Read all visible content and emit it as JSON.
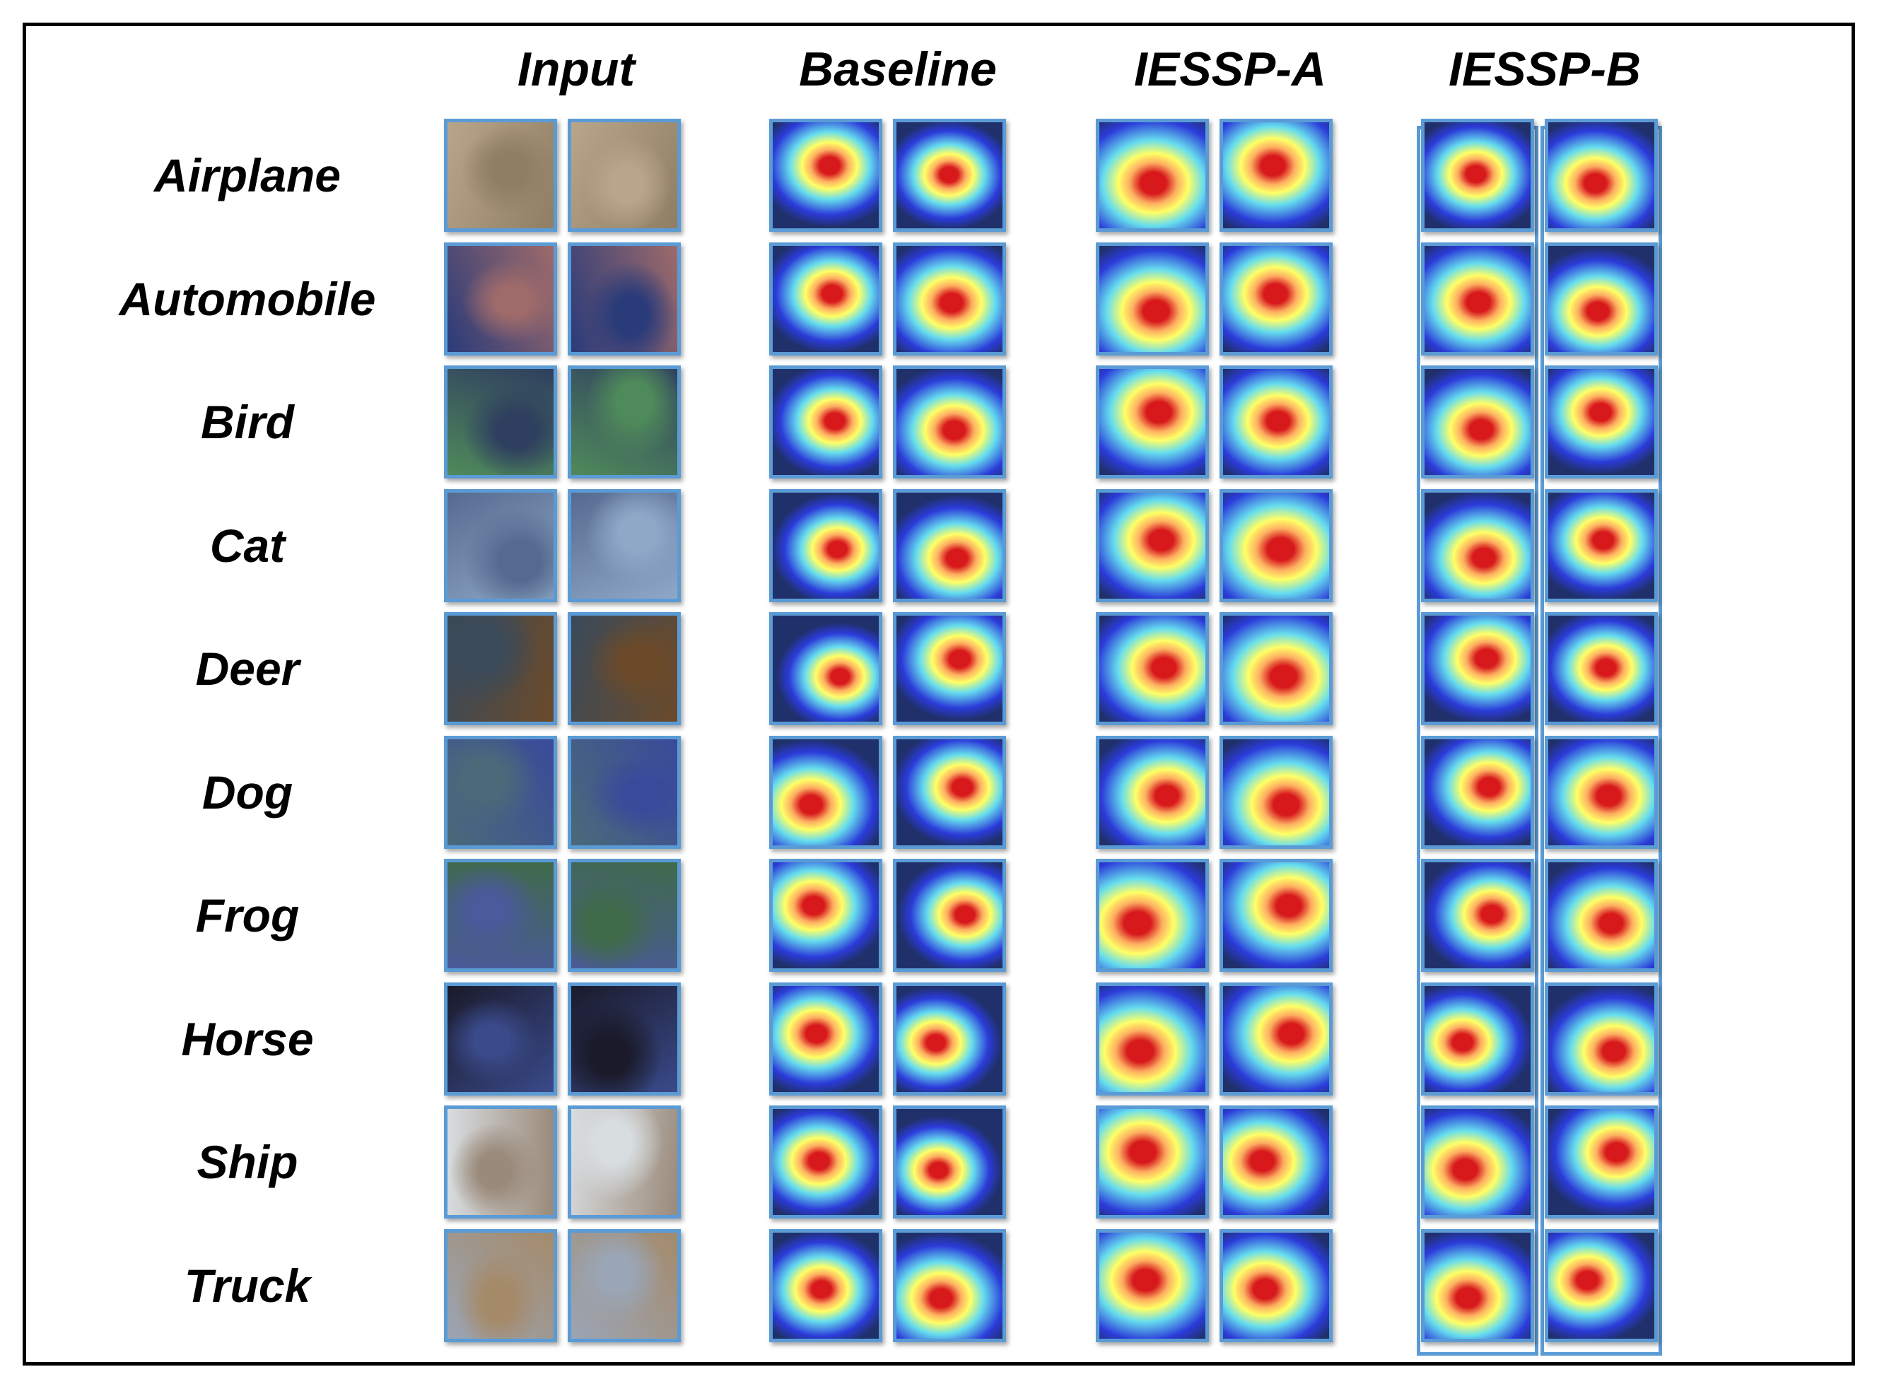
{
  "columns": [
    "Input",
    "Baseline",
    "IESSP-A",
    "IESSP-B"
  ],
  "rows": [
    "Airplane",
    "Automobile",
    "Bird",
    "Cat",
    "Deer",
    "Dog",
    "Frog",
    "Horse",
    "Ship",
    "Truck"
  ],
  "colors": {
    "border": "#000000",
    "tile_border": "#5b9bd5",
    "heat_hot": "#d7191c",
    "heat_warm": "#fdae61",
    "heat_mid": "#ffff66",
    "heat_cool": "#66ddee",
    "heat_cold": "#2b3bd9"
  },
  "input_palette": [
    [
      "#b9a58a",
      "#8f7e63"
    ],
    [
      "#2a3b7a",
      "#9e6a6a"
    ],
    [
      "#4f8a5a",
      "#2f3f5f"
    ],
    [
      "#8fa8c8",
      "#556a8f"
    ],
    [
      "#6b4a2a",
      "#3a4a5a"
    ],
    [
      "#3a4a9a",
      "#4a6a7a"
    ],
    [
      "#3f6a4a",
      "#4a5a9a"
    ],
    [
      "#1a1a2a",
      "#3a4a8a"
    ],
    [
      "#d8dde0",
      "#9a8a7a"
    ],
    [
      "#9aa5b5",
      "#a58a6a"
    ]
  ]
}
